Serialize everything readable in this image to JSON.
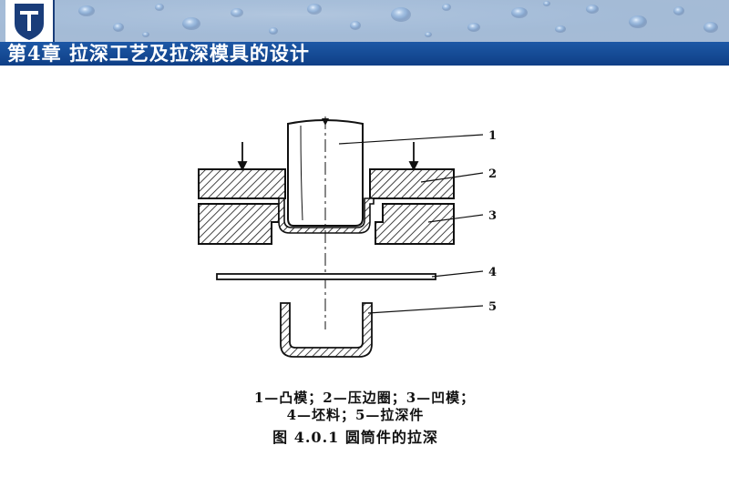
{
  "header": {
    "chapter_title": "第4章  拉深工艺及拉深模具的设计"
  },
  "figure": {
    "part_numbers": [
      "1",
      "2",
      "3",
      "4",
      "5"
    ],
    "legend_line1": "1—凸模；2—压边圈；3—凹模；",
    "legend_line2": "4—坯料；5—拉深件",
    "caption": "图 4.0.1   圆筒件的拉深"
  },
  "colors": {
    "header_dark": "#0d2d63",
    "header_bar": "#1d58a6",
    "line": "#111111"
  }
}
